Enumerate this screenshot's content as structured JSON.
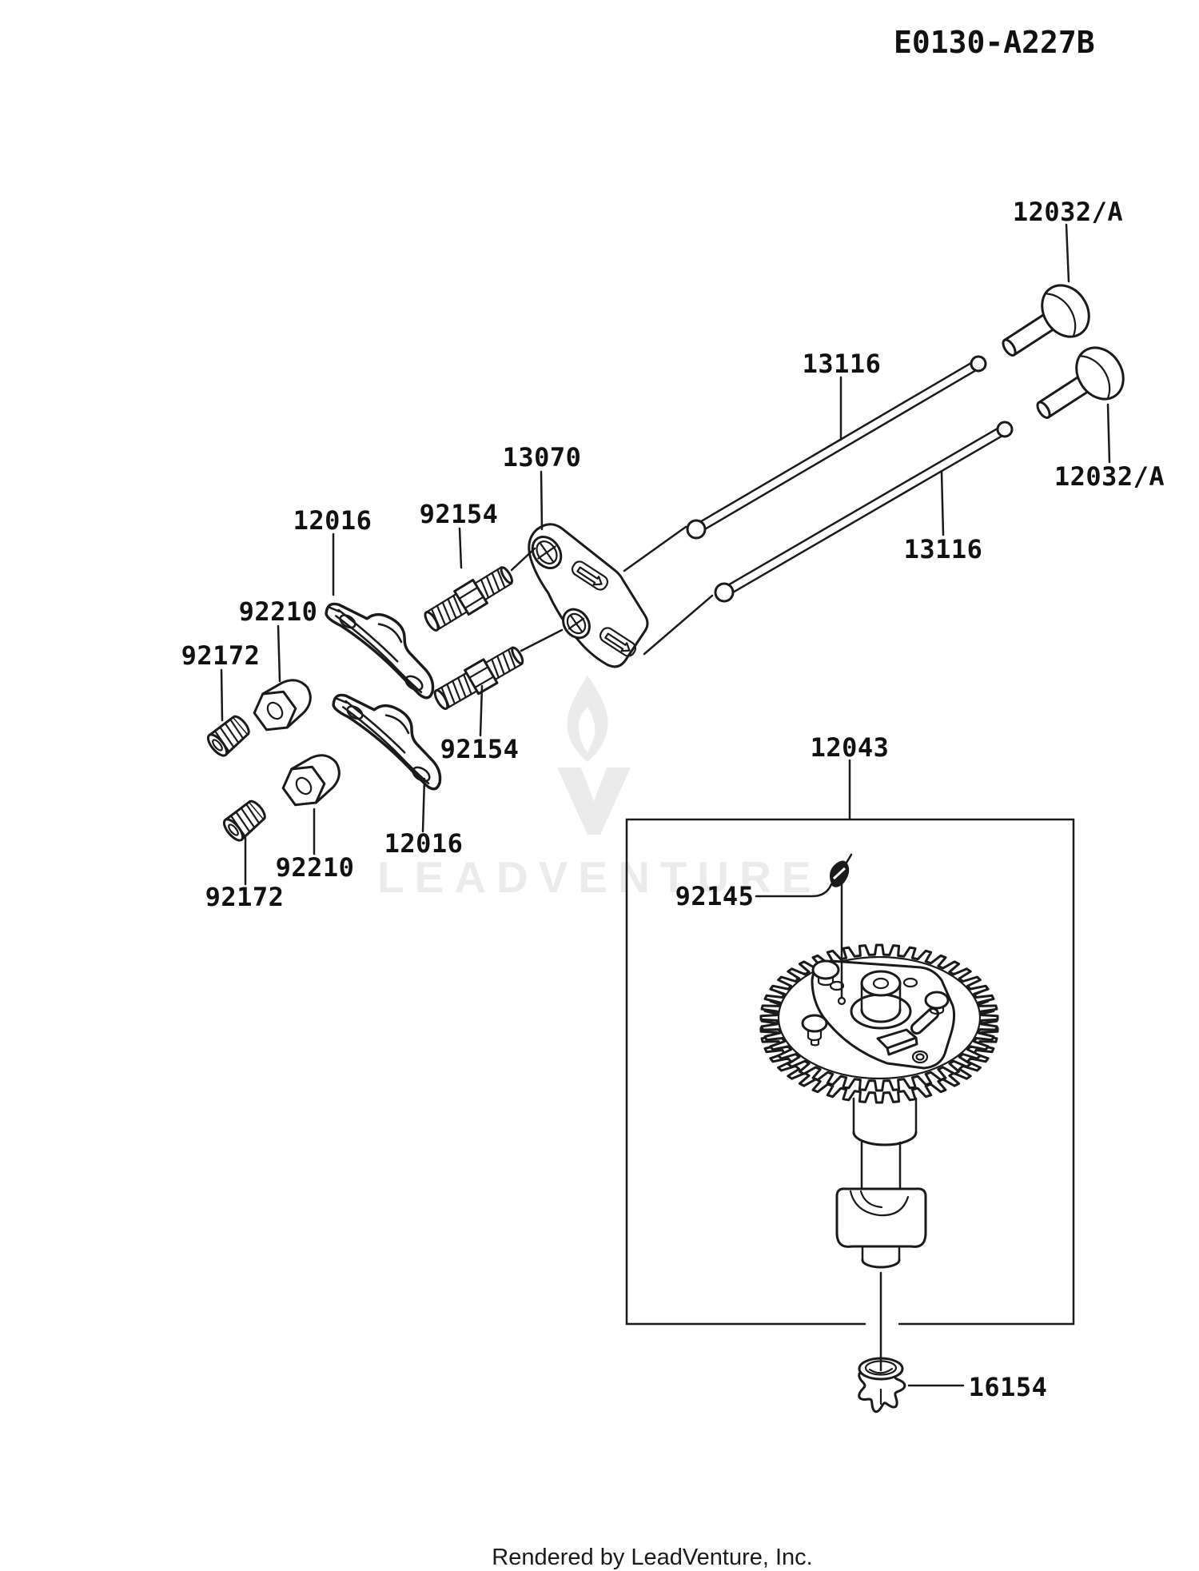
{
  "header": {
    "diagram_code": "E0130-A227B"
  },
  "labels": [
    {
      "id": "valve-top",
      "part": "12032/A"
    },
    {
      "id": "valve-bottom",
      "part": "12032/A"
    },
    {
      "id": "pushrod-top",
      "part": "13116"
    },
    {
      "id": "pushrod-bottom",
      "part": "13116"
    },
    {
      "id": "plate",
      "part": "13070"
    },
    {
      "id": "stud-top",
      "part": "92154"
    },
    {
      "id": "stud-bottom",
      "part": "92154"
    },
    {
      "id": "rocker-top",
      "part": "12016"
    },
    {
      "id": "rocker-bottom",
      "part": "12016"
    },
    {
      "id": "pivot-nut-top",
      "part": "92210"
    },
    {
      "id": "pivot-nut-bottom",
      "part": "92210"
    },
    {
      "id": "set-screw-top",
      "part": "92172"
    },
    {
      "id": "set-screw-bottom",
      "part": "92172"
    },
    {
      "id": "camshaft",
      "part": "12043"
    },
    {
      "id": "spring",
      "part": "92145"
    },
    {
      "id": "oil-pump-rotor",
      "part": "16154"
    }
  ],
  "watermark": {
    "text": "LEADVENTURE"
  },
  "footer": {
    "rendered_by": "Rendered by LeadVenture, Inc."
  },
  "colors": {
    "line": "#1a1a1a",
    "watermark": "#ebebeb",
    "background": "#ffffff"
  }
}
